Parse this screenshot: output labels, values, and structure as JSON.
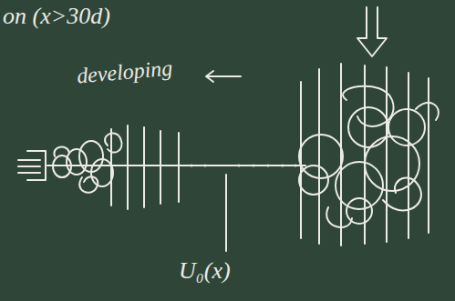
{
  "diagram": {
    "labels": [
      "on (x>30d)",
      "developing",
      "U₀(x)"
    ]
  }
}
